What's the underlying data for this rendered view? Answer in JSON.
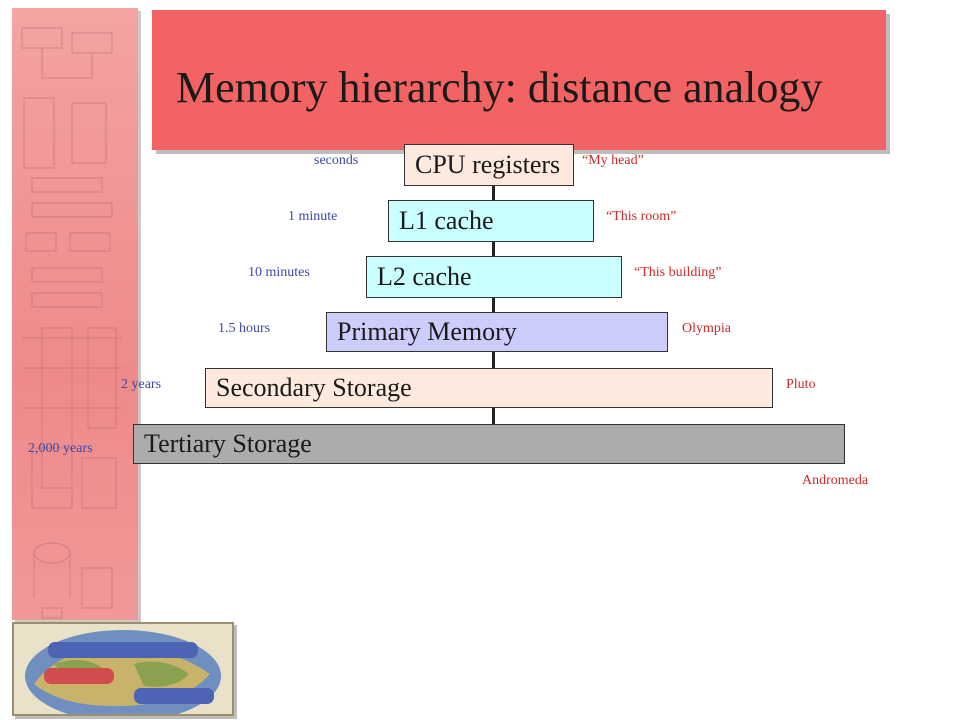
{
  "slide": {
    "title": "Memory hierarchy: distance analogy"
  },
  "levels": [
    {
      "name": "CPU registers",
      "time": "seconds",
      "place": "“My head”"
    },
    {
      "name": "L1 cache",
      "time": "1 minute",
      "place": "“This room”"
    },
    {
      "name": "L2 cache",
      "time": "10 minutes",
      "place": "“This building”"
    },
    {
      "name": "Primary Memory",
      "time": "1.5 hours",
      "place": "Olympia"
    },
    {
      "name": "Secondary Storage",
      "time": "2 years",
      "place": "Pluto"
    },
    {
      "name": "Tertiary Storage",
      "time": "2,000 years",
      "place": "Andromeda"
    }
  ],
  "colors": {
    "title_bar": "#f46363",
    "time_text": "#3b48a8",
    "place_text": "#cc2a2a",
    "cpu_box": "#fde9de",
    "cache_box": "#c9ffff",
    "primary_box": "#cdcdfb",
    "secondary_box": "#fde9de",
    "tertiary_box": "#acacac"
  }
}
